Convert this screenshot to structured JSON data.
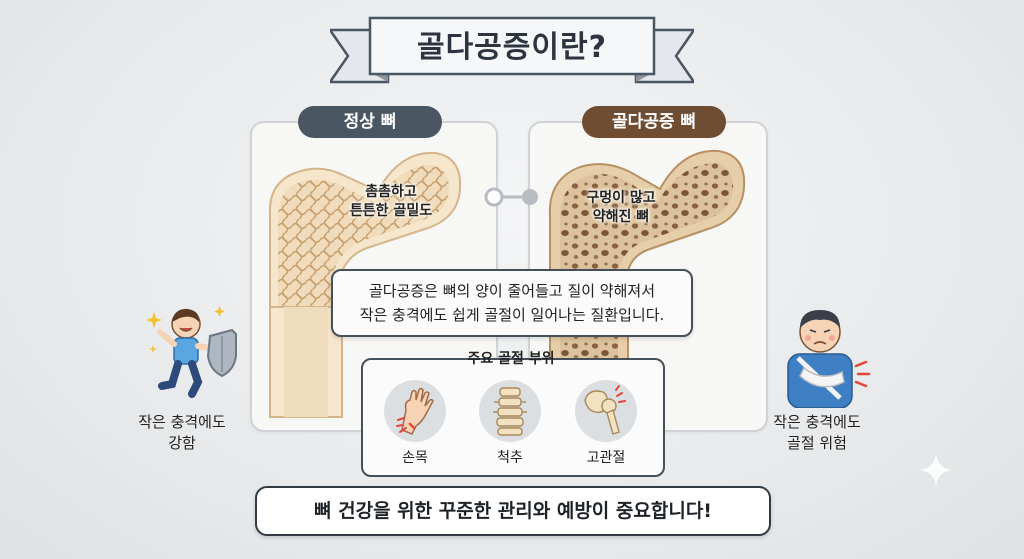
{
  "title": "골다공증이란?",
  "normal_bone": {
    "label": "정상 뼈",
    "desc_line1": "촘촘하고",
    "desc_line2": "튼튼한 골밀도"
  },
  "osteo_bone": {
    "label": "골다공증 뼈",
    "desc_line1": "구멍이 많고",
    "desc_line2": "약해진 뼈"
  },
  "description": {
    "line1": "골다공증은 뼈의 양이 줄어들고 질이 약해져서",
    "line2": "작은 충격에도 쉽게 골절이 일어나는 질환입니다."
  },
  "fracture_sites": {
    "title": "주요 골절 부위",
    "items": [
      {
        "label": "손목",
        "icon": "wrist-icon"
      },
      {
        "label": "척추",
        "icon": "spine-icon"
      },
      {
        "label": "고관절",
        "icon": "hip-joint-icon"
      }
    ]
  },
  "left_caption": {
    "line1": "작은 충격에도",
    "line2": "강함"
  },
  "right_caption": {
    "line1": "작은 충격에도",
    "line2": "골절 위험"
  },
  "bottom_message": "뼈 건강을 위한 꾸준한 관리와 예방이 중요합니다!",
  "colors": {
    "normal_accent": "#4b5663",
    "osteo_accent": "#6e4d33",
    "bone_fill": "#f0dcbc",
    "osteo_fill": "#d9bd96",
    "pain_red": "#e0473b"
  }
}
